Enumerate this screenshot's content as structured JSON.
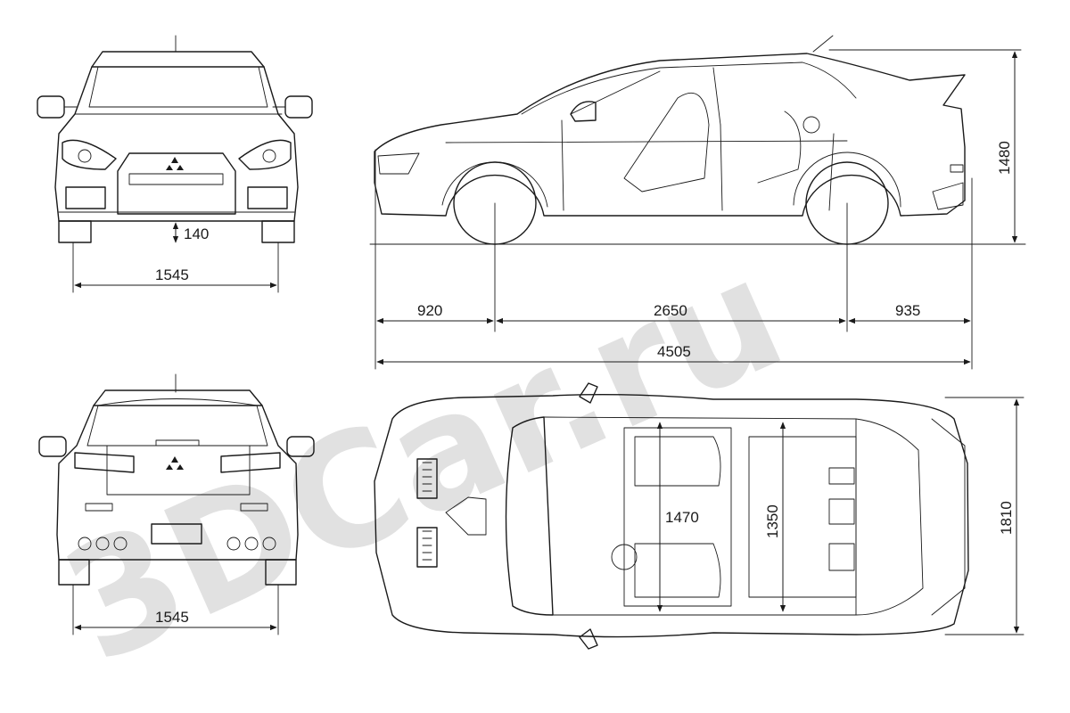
{
  "watermark": "3DCar.ru",
  "dimensions": {
    "front_ground_clearance": "140",
    "front_track": "1545",
    "rear_track": "1545",
    "front_overhang": "920",
    "wheelbase": "2650",
    "rear_overhang": "935",
    "overall_length": "4505",
    "overall_height": "1480",
    "overall_width": "1810",
    "interior_width_front": "1470",
    "interior_width_rear": "1350"
  },
  "colors": {
    "line": "#1a1a1a",
    "watermark": "#c9c9c9",
    "background": "#ffffff"
  }
}
